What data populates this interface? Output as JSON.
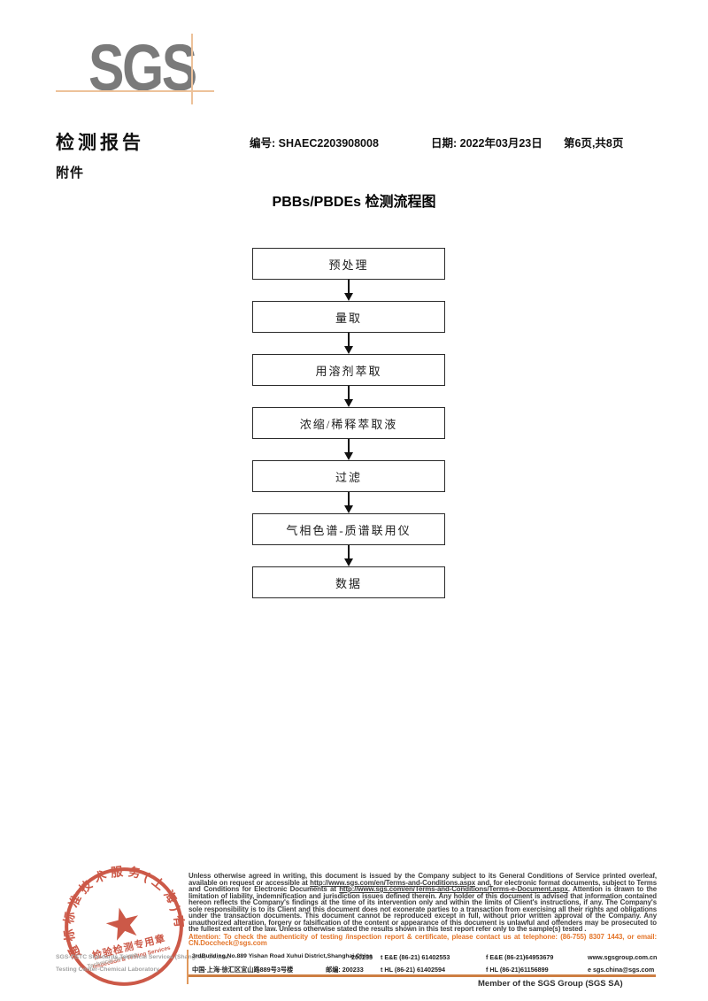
{
  "logo": {
    "text": "SGS",
    "gray": "#7a7a7a",
    "line_orange": "#edc29a"
  },
  "header": {
    "title": "检测报告",
    "report_no": "编号: SHAEC2203908008",
    "date": "日期: 2022年03月23日",
    "page_info": "第6页,共8页",
    "attachment": "附件"
  },
  "flowchart": {
    "title": "PBBs/PBDEs 检测流程图",
    "steps": [
      "预处理",
      "量取",
      "用溶剂萃取",
      "浓缩/稀释萃取液",
      "过滤",
      "气相色谱-质谱联用仪",
      "数据"
    ]
  },
  "stamp": {
    "ring_text": "通标标准技术服务(上海)有限公司",
    "star": "★",
    "inner_cn": "检验检测专用章",
    "inner_en": "Inspection & Testing Services",
    "red": "#c5432f",
    "company_en_1": "SGS-CSTC Standards Technical Services (Shanghai) Co.,Ltd.",
    "company_en_2": "Testing Center-Chemical Laboratory",
    "company_rotated": "Technical Services"
  },
  "footer": {
    "legal_seg1": "Unless otherwise agreed in writing, this document is issued by the Company subject to its General Conditions of Service printed overleaf, available on request or accessible at ",
    "legal_url1": "http://www.sgs.com/en/Terms-and-Conditions.aspx",
    "legal_seg2": " and, for electronic format documents, subject to Terms and Conditions for Electronic Documents at ",
    "legal_url2": "http://www.sgs.com/en/Terms-and-Conditions/Terms-e-Document.aspx",
    "legal_seg3": ". Attention is drawn to the limitation of liability, indemnification and jurisdiction issues defined therein. Any holder of this document is advised that information contained hereon reflects the Company's findings at the time of its intervention only and within the limits of Client's instructions, if any. The Company's sole responsibility is to its Client and this document does not exonerate parties to a transaction from exercising all their rights and obligations under the transaction documents. This document cannot be reproduced except in full, without prior written approval of the Company. Any unauthorized alteration, forgery or falsification of the content or appearance of this document is unlawful and offenders may be prosecuted to the fullest extent of the law. Unless otherwise stated the results shown in this test report refer only to the sample(s) tested .",
    "attention": "Attention: To check the authenticity of testing /inspection report & certificate, please contact us at telephone: (86-755) 8307 1443, or email: CN.Doccheck@sgs.com",
    "attention_color": "#e4762b",
    "address_en": "3rdBuilding,No.889 Yishan Road Xuhui District,Shanghai China",
    "postcode_en": "200233",
    "address_cn": "中国·上海·徐汇区宜山路889号3号楼",
    "postcode_cn": "邮编: 200233",
    "tel1": "t E&E (86-21) 61402553",
    "fax1": "f E&E (86-21)64953679",
    "web": "www.sgsgroup.com.cn",
    "tel2": "t HL (86-21) 61402594",
    "fax2": "f HL (86-21)61156899",
    "email": "e sgs.china@sgs.com",
    "member": "Member of the SGS Group (SGS SA)"
  }
}
